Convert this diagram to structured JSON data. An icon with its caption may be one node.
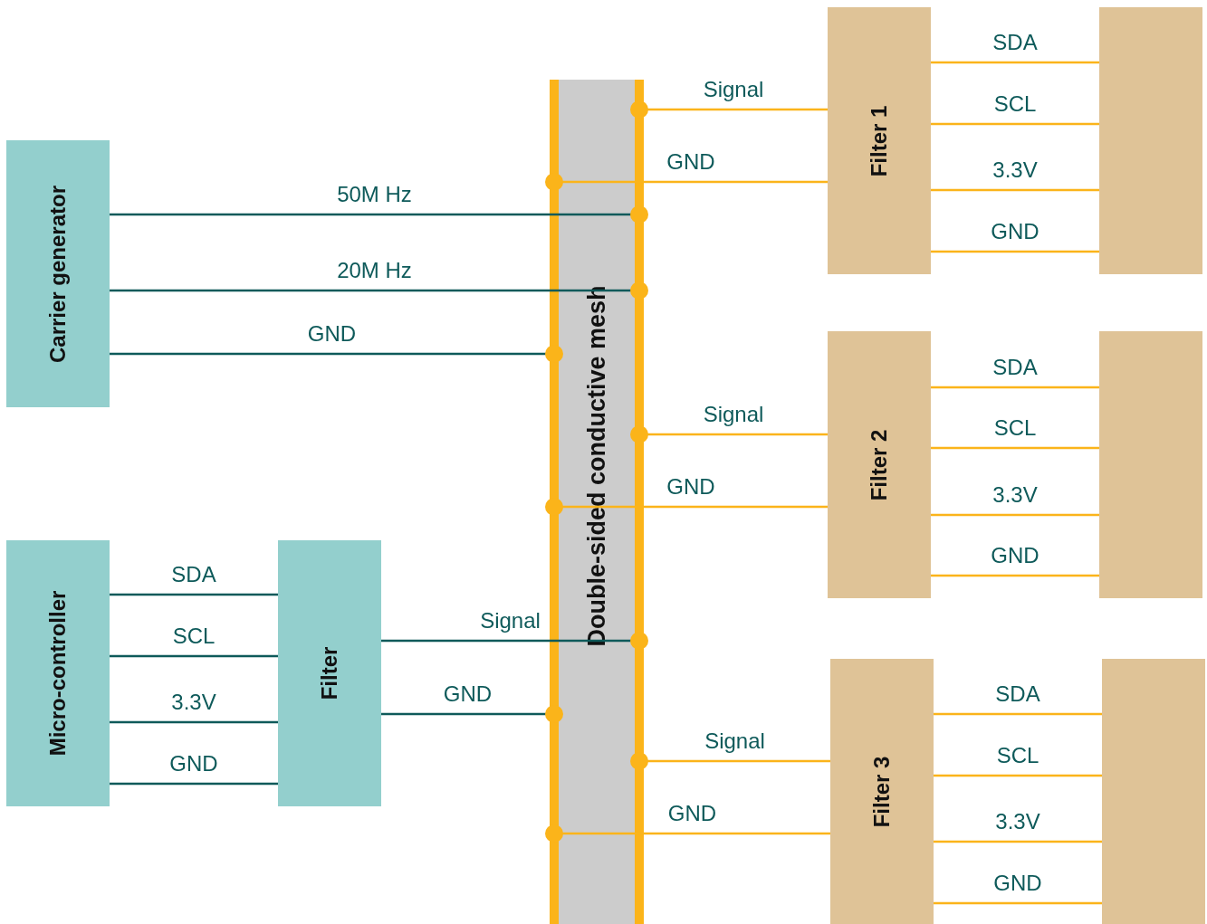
{
  "diagram": {
    "nodes": [
      {
        "text": [
          "Carrier generator"
        ]
      },
      {
        "text": [
          "Micro-controller"
        ]
      },
      {
        "text": [
          "Filter"
        ]
      },
      {
        "text": [
          "Double-sided conductive mesh"
        ]
      },
      {
        "text": [
          "Filter 1"
        ]
      },
      {
        "text": [],
        "shape": "box"
      },
      {
        "text": [
          "Filter 2"
        ]
      },
      {
        "text": [],
        "shape": "box"
      },
      {
        "text": [
          "Filter 3"
        ]
      },
      {
        "text": [],
        "shape": "box"
      }
    ],
    "edges": [
      {
        "from": 0,
        "to": 3,
        "arrow": "other",
        "label": "50M Hz",
        "color": "#0e5a5a"
      },
      {
        "from": 0,
        "to": 3,
        "arrow": "other",
        "label": "20M Hz",
        "color": "#0e5a5a"
      },
      {
        "from": 0,
        "to": 3,
        "arrow": "other",
        "label": "GND",
        "color": "#0e5a5a"
      },
      {
        "from": 1,
        "to": 2,
        "arrow": "none",
        "label": "SDA",
        "color": "#0e5a5a"
      },
      {
        "from": 1,
        "to": 2,
        "arrow": "none",
        "label": "SCL",
        "color": "#0e5a5a"
      },
      {
        "from": 1,
        "to": 2,
        "arrow": "none",
        "label": "3.3V",
        "color": "#0e5a5a"
      },
      {
        "from": 1,
        "to": 2,
        "arrow": "none",
        "label": "GND",
        "color": "#0e5a5a"
      },
      {
        "from": 2,
        "to": 3,
        "arrow": "other",
        "label": "Signal",
        "color": "#0e5a5a"
      },
      {
        "from": 2,
        "to": 3,
        "arrow": "other",
        "label": "GND",
        "color": "#0e5a5a"
      },
      {
        "from": 4,
        "to": 3,
        "arrow": "other",
        "label": "Signal"
      },
      {
        "from": 4,
        "to": 3,
        "arrow": "other",
        "label": "GND"
      },
      {
        "from": 4,
        "to": 5,
        "arrow": "none",
        "label": "SDA"
      },
      {
        "from": 4,
        "to": 5,
        "arrow": "none",
        "label": "SCL"
      },
      {
        "from": 4,
        "to": 5,
        "arrow": "none",
        "label": "3.3V"
      },
      {
        "from": 4,
        "to": 5,
        "arrow": "none",
        "label": "GND"
      },
      {
        "from": 6,
        "to": 3,
        "arrow": "other",
        "label": "Signal"
      },
      {
        "from": 6,
        "to": 3,
        "arrow": "other",
        "label": "GND"
      },
      {
        "from": 6,
        "to": 7,
        "arrow": "none",
        "label": "SDA"
      },
      {
        "from": 6,
        "to": 7,
        "arrow": "none",
        "label": "SCL"
      },
      {
        "from": 6,
        "to": 7,
        "arrow": "none",
        "label": "3.3V"
      },
      {
        "from": 6,
        "to": 7,
        "arrow": "none",
        "label": "GND"
      },
      {
        "from": 8,
        "to": 3,
        "arrow": "other",
        "label": "Signal"
      },
      {
        "from": 8,
        "to": 3,
        "arrow": "other",
        "label": "GND"
      },
      {
        "from": 8,
        "to": 9,
        "arrow": "none",
        "label": "SDA"
      },
      {
        "from": 8,
        "to": 9,
        "arrow": "none",
        "label": "SCL"
      },
      {
        "from": 8,
        "to": 9,
        "arrow": "none",
        "label": "3.3V"
      },
      {
        "from": 8,
        "to": 9,
        "arrow": "none",
        "label": "GND"
      }
    ]
  }
}
